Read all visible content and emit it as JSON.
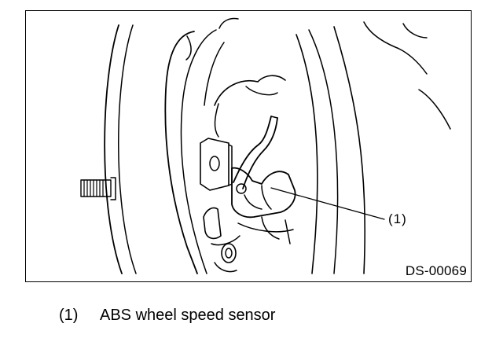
{
  "figure": {
    "code": "DS-00069",
    "callouts": [
      {
        "label": "(1)"
      }
    ]
  },
  "legend": [
    {
      "ref": "(1)",
      "text": "ABS wheel speed sensor"
    }
  ]
}
